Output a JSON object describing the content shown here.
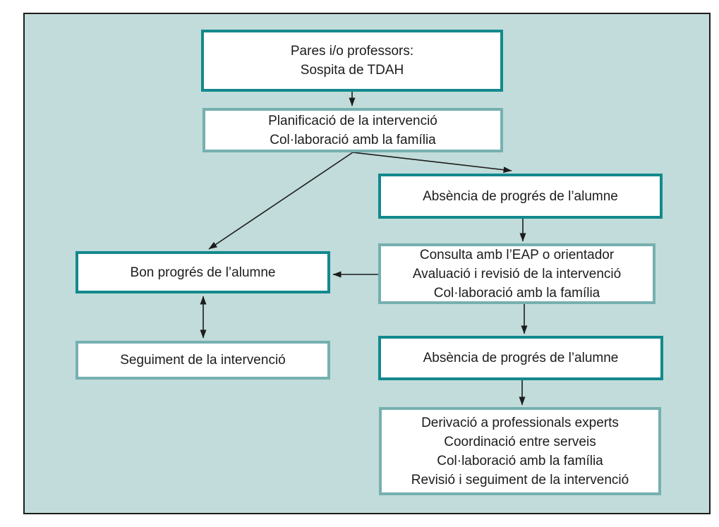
{
  "diagram": {
    "title_semantic": "TDAH school intervention flowchart",
    "colors": {
      "panel_background": "#c1dcda",
      "panel_border": "#1c1c1c",
      "node_border_dark": "#13898e",
      "node_border_light": "#76b0b0",
      "node_background": "#ffffff",
      "arrow": "#1c1c1c",
      "text": "#1c1c1c"
    },
    "nodes": {
      "suspicion": {
        "lines": [
          "Pares i/o professors:",
          "Sospita de TDAH"
        ]
      },
      "planning": {
        "lines": [
          "Planificació de la intervenció",
          "Col·laboració amb la família"
        ]
      },
      "no_progress_1": {
        "lines": [
          "Absència de progrés de l’alumne"
        ]
      },
      "consultation": {
        "lines": [
          "Consulta amb l’EAP o orientador",
          "Avaluació i revisió de la intervenció",
          "Col·laboració amb la família"
        ]
      },
      "good_progress": {
        "lines": [
          "Bon progrés de l’alumne"
        ]
      },
      "followup": {
        "lines": [
          "Seguiment de la intervenció"
        ]
      },
      "no_progress_2": {
        "lines": [
          "Absència de progrés de l’alumne"
        ]
      },
      "referral": {
        "lines": [
          "Derivació a professionals experts",
          "Coordinació entre serveis",
          "Col·laboració amb la família",
          "Revisió i seguiment de la intervenció"
        ]
      }
    },
    "edges": [
      {
        "from": "suspicion",
        "to": "planning",
        "type": "arrow"
      },
      {
        "from": "planning",
        "to": "no_progress_1",
        "type": "arrow"
      },
      {
        "from": "planning",
        "to": "good_progress",
        "type": "arrow"
      },
      {
        "from": "no_progress_1",
        "to": "consultation",
        "type": "arrow"
      },
      {
        "from": "consultation",
        "to": "good_progress",
        "type": "arrow"
      },
      {
        "from": "good_progress",
        "to": "followup",
        "type": "double-arrow"
      },
      {
        "from": "consultation",
        "to": "no_progress_2",
        "type": "arrow"
      },
      {
        "from": "no_progress_2",
        "to": "referral",
        "type": "arrow"
      }
    ]
  }
}
